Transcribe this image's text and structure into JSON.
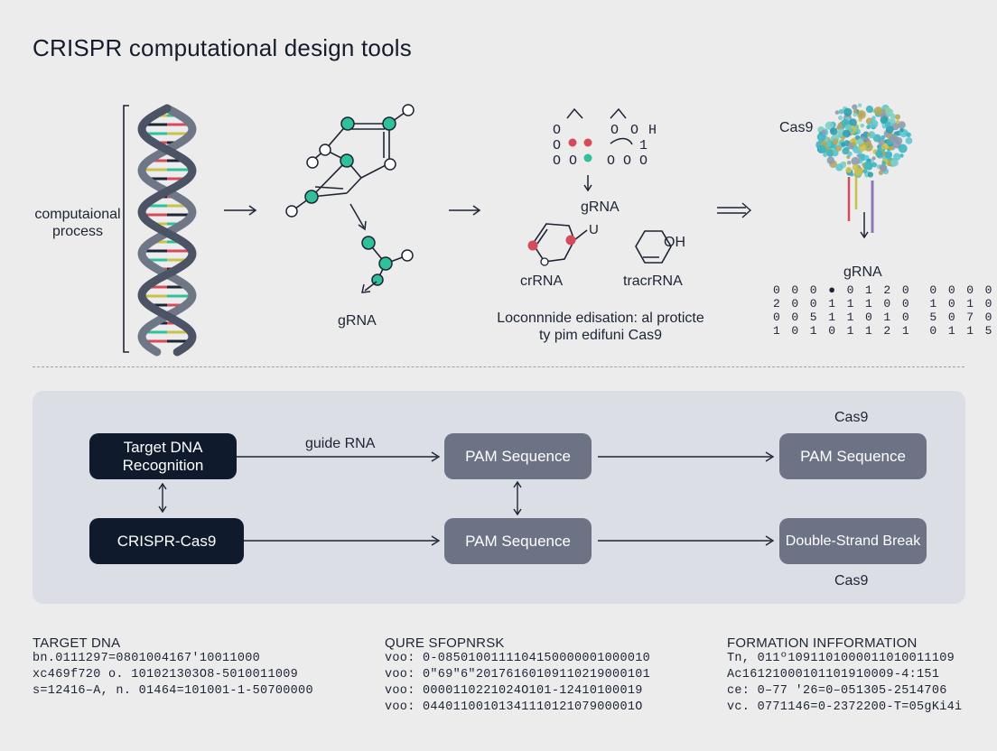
{
  "title": "CRISPR computational design tools",
  "top": {
    "dna_label": "computaional\nprocess",
    "molecule_label": "gRNA",
    "grna_top_label": "gRNA",
    "crrna_label": "crRNA",
    "tracrrna_label": "tracrRNA",
    "oh_label": "OH",
    "u_label": "U",
    "caption_line1": "Loconnnide edisation: al proticte",
    "caption_line2": "ty pim edifuni Cas9",
    "cas9_label": "Cas9",
    "grna_right_label": "gRNA",
    "symbol_rows": [
      [
        "O",
        "",
        "",
        "O",
        "H"
      ],
      [
        "O",
        "•",
        "•",
        "",
        "1"
      ],
      [
        "O",
        "O",
        "•",
        "O",
        "O"
      ]
    ],
    "number_grid": [
      "0 0 0 ● 0 1 2 0  0 0 0 0",
      "2 0 0 1 1 1 0 0  1 0 1 0",
      "0 0 5 1 1 0 1 0  5 0 7 0",
      "1 0 1 0 1 1 2 1  0 1 1 5"
    ]
  },
  "workflow": {
    "nodes": {
      "target_dna": "Target DNA\nRecognition",
      "crispr_cas9": "CRISPR-Cas9",
      "pam_top_mid": "PAM Sequence",
      "pam_bottom_mid": "PAM Sequence",
      "pam_top_right": "PAM Sequence",
      "double_strand_break": "Double-Strand Break"
    },
    "edge_label_guide_rna": "guide RNA",
    "cas9_top_label": "Cas9",
    "cas9_bottom_label": "Cas9"
  },
  "sequences": [
    {
      "heading": "TARGET DNA",
      "lines": [
        "bn.0111297=0801004167'10011000",
        "xc469f720 o. 101021303O8-5010011009",
        "s=12416–A, n. 01464=101001-1-50700000"
      ]
    },
    {
      "heading": "QURE SFOPNRSK",
      "lines": [
        "voo: 0-0850100111104150000001000010",
        "voo: 0\"69\"6\"20176160109110219000101",
        "voo: 0000110221024O101-12410100019",
        "voo: 0440110010134111012107900001O"
      ]
    },
    {
      "heading": "FORMATION INFFORMATION",
      "lines": [
        "Tn, 011º1091101000011010011109",
        "Ac16121000101101910009-4:151",
        "ce: 0–77 '26=0–051305-2514706",
        "vc. 0771146=0-2372200-T=05gKi4i"
      ]
    }
  ],
  "colors": {
    "accent_green": "#2ec19c",
    "accent_red": "#d64b5b",
    "accent_yellow": "#c9c24a",
    "dark_node": "#0f1b2c",
    "gray_node": "#6c7384",
    "panel": "#dcdee6"
  }
}
